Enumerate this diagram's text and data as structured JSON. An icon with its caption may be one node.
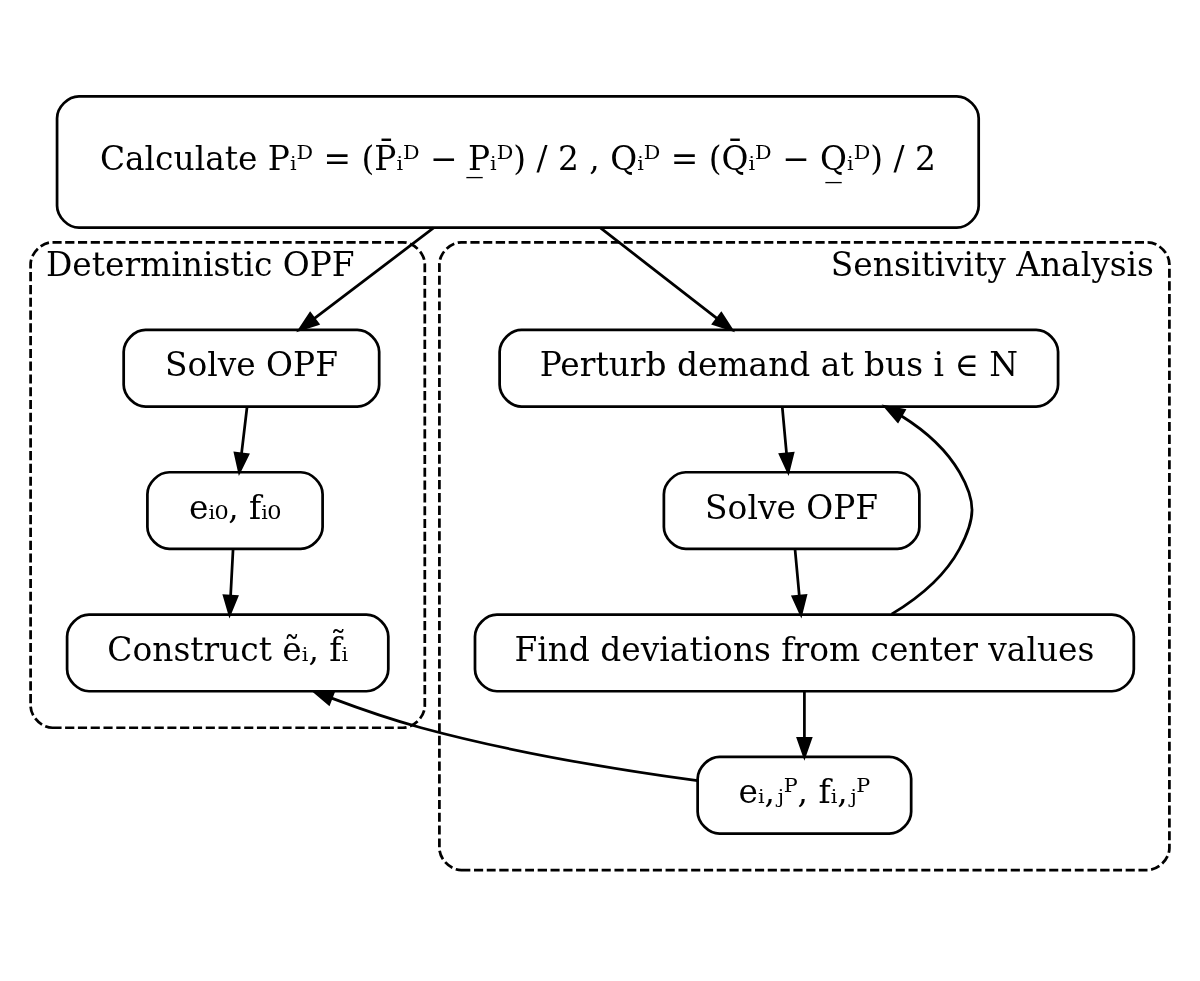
{
  "diagram": {
    "nodes": [
      {
        "text": [
          "Calculate Pᵢᴰ = (P̄ᵢᴰ − P̲ᵢᴰ) / 2 , Qᵢᴰ = (Q̄ᵢᴰ − Q̲ᵢᴰ) / 2"
        ]
      },
      {
        "text": [
          "Deterministic OPF"
        ]
      },
      {
        "text": [
          "Solve OPF"
        ],
        "in": 1
      },
      {
        "text": [
          "eᵢ₀, fᵢ₀"
        ],
        "in": 1
      },
      {
        "text": [
          "Construct ẽᵢ, f̃ᵢ"
        ],
        "in": 1
      },
      {
        "text": [
          "Sensitivity Analysis"
        ]
      },
      {
        "text": [
          "Perturb demand at bus i ∈ N"
        ],
        "in": 5
      },
      {
        "text": [
          "Solve OPF"
        ],
        "in": 5
      },
      {
        "text": [
          "Find deviations from center values"
        ],
        "in": 5
      },
      {
        "text": [
          "eᵢ,ⱼᴾ, fᵢ,ⱼᴾ"
        ],
        "in": 5
      }
    ],
    "edges": [
      {
        "from": 0,
        "to": 2,
        "arrow": "to"
      },
      {
        "from": 0,
        "to": 6,
        "arrow": "to"
      },
      {
        "from": 2,
        "to": 3,
        "arrow": "to"
      },
      {
        "from": 3,
        "to": 4,
        "arrow": "to"
      },
      {
        "from": 6,
        "to": 7,
        "arrow": "to"
      },
      {
        "from": 7,
        "to": 8,
        "arrow": "to"
      },
      {
        "from": 8,
        "to": 6,
        "arrow": "to"
      },
      {
        "from": 8,
        "to": 9,
        "arrow": "to"
      },
      {
        "from": 9,
        "to": 4,
        "arrow": "to"
      }
    ]
  }
}
